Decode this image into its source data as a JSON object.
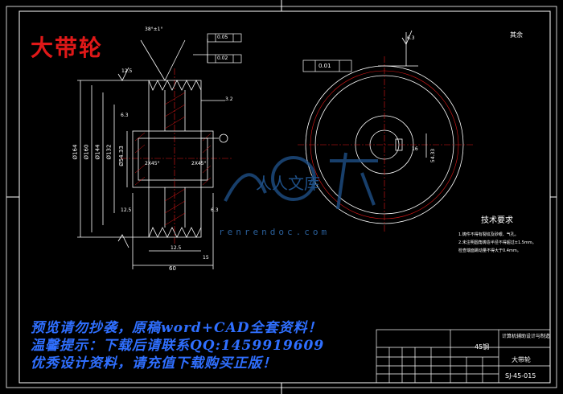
{
  "drawing": {
    "title": "大带轮",
    "roughness_rest": "其余",
    "tech_requirements": {
      "title": "技术要求",
      "items": [
        "1.铸件不得有裂纹及砂眼、气孔。",
        "2.未注明圆角铸造半径不得超过±1.5mm。",
        "检查端面跳动量不得大于0.4mm。"
      ]
    },
    "dimensions": {
      "diameters": [
        "Ø164",
        "Ø160",
        "Ø144",
        "Ø132",
        "Ø54.33"
      ],
      "groove_angle": "38°±1°",
      "chamfers": [
        "2X45°",
        "2X45°"
      ],
      "lengths": [
        "60",
        "12.5",
        "15"
      ],
      "tolerance_flat": "0.01",
      "tolerances": [
        "0.05",
        "0.02"
      ],
      "roughness_values": [
        "12.5",
        "6.3",
        "3.2",
        "6.3",
        "12.5",
        "6.3"
      ],
      "keyway": "16",
      "hub": "54.33"
    }
  },
  "title_block": {
    "material": "45钢",
    "part_name": "大带轮",
    "drawing_number": "SJ-45-015",
    "school": "计算机辅助设计与制造"
  },
  "promo_lines": [
    "预览请勿抄袭，原稿word+CAD全套资料！",
    "温馨提示：下载后请联系QQ:1459919609",
    "优秀设计资料，请充值下载购买正版！"
  ],
  "watermark": {
    "text": "人人文库",
    "url": "renrendoc.com"
  },
  "colors": {
    "background": "#000000",
    "line": "#ffffff",
    "red": "#e01818",
    "blue": "#2f6fff"
  }
}
